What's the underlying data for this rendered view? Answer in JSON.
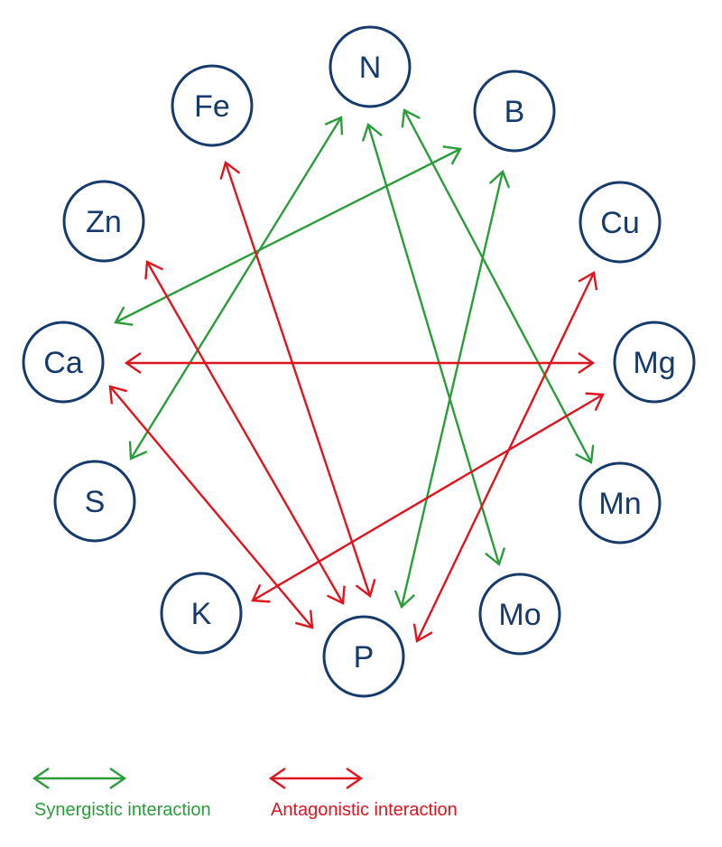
{
  "colors": {
    "synergistic": "#2a9d3a",
    "antagonistic": "#e0141e",
    "node": "#163a6b"
  },
  "nodes": [
    "N",
    "Fe",
    "B",
    "Zn",
    "Cu",
    "Ca",
    "Mg",
    "S",
    "Mn",
    "K",
    "Mo",
    "P"
  ],
  "interactions": [
    {
      "a": "N",
      "b": "S",
      "type": "synergistic"
    },
    {
      "a": "B",
      "b": "Ca",
      "type": "synergistic"
    },
    {
      "a": "N",
      "b": "Mo",
      "type": "synergistic"
    },
    {
      "a": "N",
      "b": "Mn",
      "type": "synergistic"
    },
    {
      "a": "B",
      "b": "P",
      "type": "synergistic"
    },
    {
      "a": "Fe",
      "b": "P",
      "type": "antagonistic"
    },
    {
      "a": "Zn",
      "b": "P",
      "type": "antagonistic"
    },
    {
      "a": "Ca",
      "b": "Mg",
      "type": "antagonistic"
    },
    {
      "a": "Ca",
      "b": "P",
      "type": "antagonistic"
    },
    {
      "a": "Mg",
      "b": "K",
      "type": "antagonistic"
    },
    {
      "a": "Cu",
      "b": "P",
      "type": "antagonistic"
    }
  ],
  "legend": {
    "synergistic": "Synergistic interaction",
    "antagonistic": "Antagonistic interaction"
  }
}
